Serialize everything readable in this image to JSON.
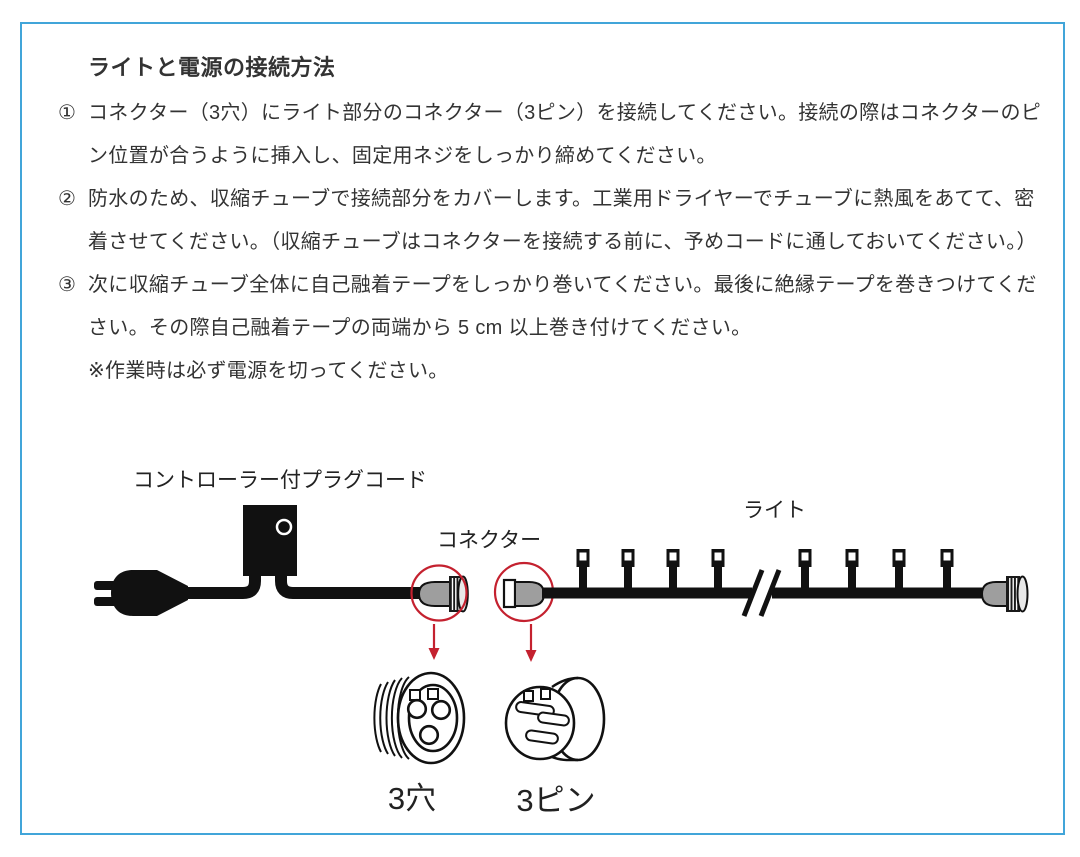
{
  "document": {
    "title": "ライトと電源の接続方法",
    "instructions": [
      {
        "marker": "①",
        "text": "コネクター（3穴）にライト部分のコネクター（3ピン）を接続してください。接続の際はコネクターのピン位置が合うように挿入し、固定用ネジをしっかり締めてください。"
      },
      {
        "marker": "②",
        "text": "防水のため、収縮チューブで接続部分をカバーします。工業用ドライヤーでチューブに熱風をあてて、密着させてください。（収縮チューブはコネクターを接続する前に、予めコードに通しておいてください。）"
      },
      {
        "marker": "③",
        "text": "次に収縮チューブ全体に自己融着テープをしっかり巻いてください。最後に絶縁テープを巻きつけてください。その際自己融着テープの両端から 5 cm 以上巻き付けてください。"
      }
    ],
    "note": "※作業時は必ず電源を切ってください。"
  },
  "diagram": {
    "labels": {
      "controller_plug_cord": "コントローラー付プラグコード",
      "connector": "コネクター",
      "light": "ライト",
      "three_holes": "3穴",
      "three_pins": "3ピン"
    },
    "colors": {
      "border_blue": "#41A5D9",
      "highlight_red": "#C4212F",
      "outline_black": "#111111",
      "connector_gray": "#9E9E9E",
      "text_color": "#333333"
    }
  }
}
